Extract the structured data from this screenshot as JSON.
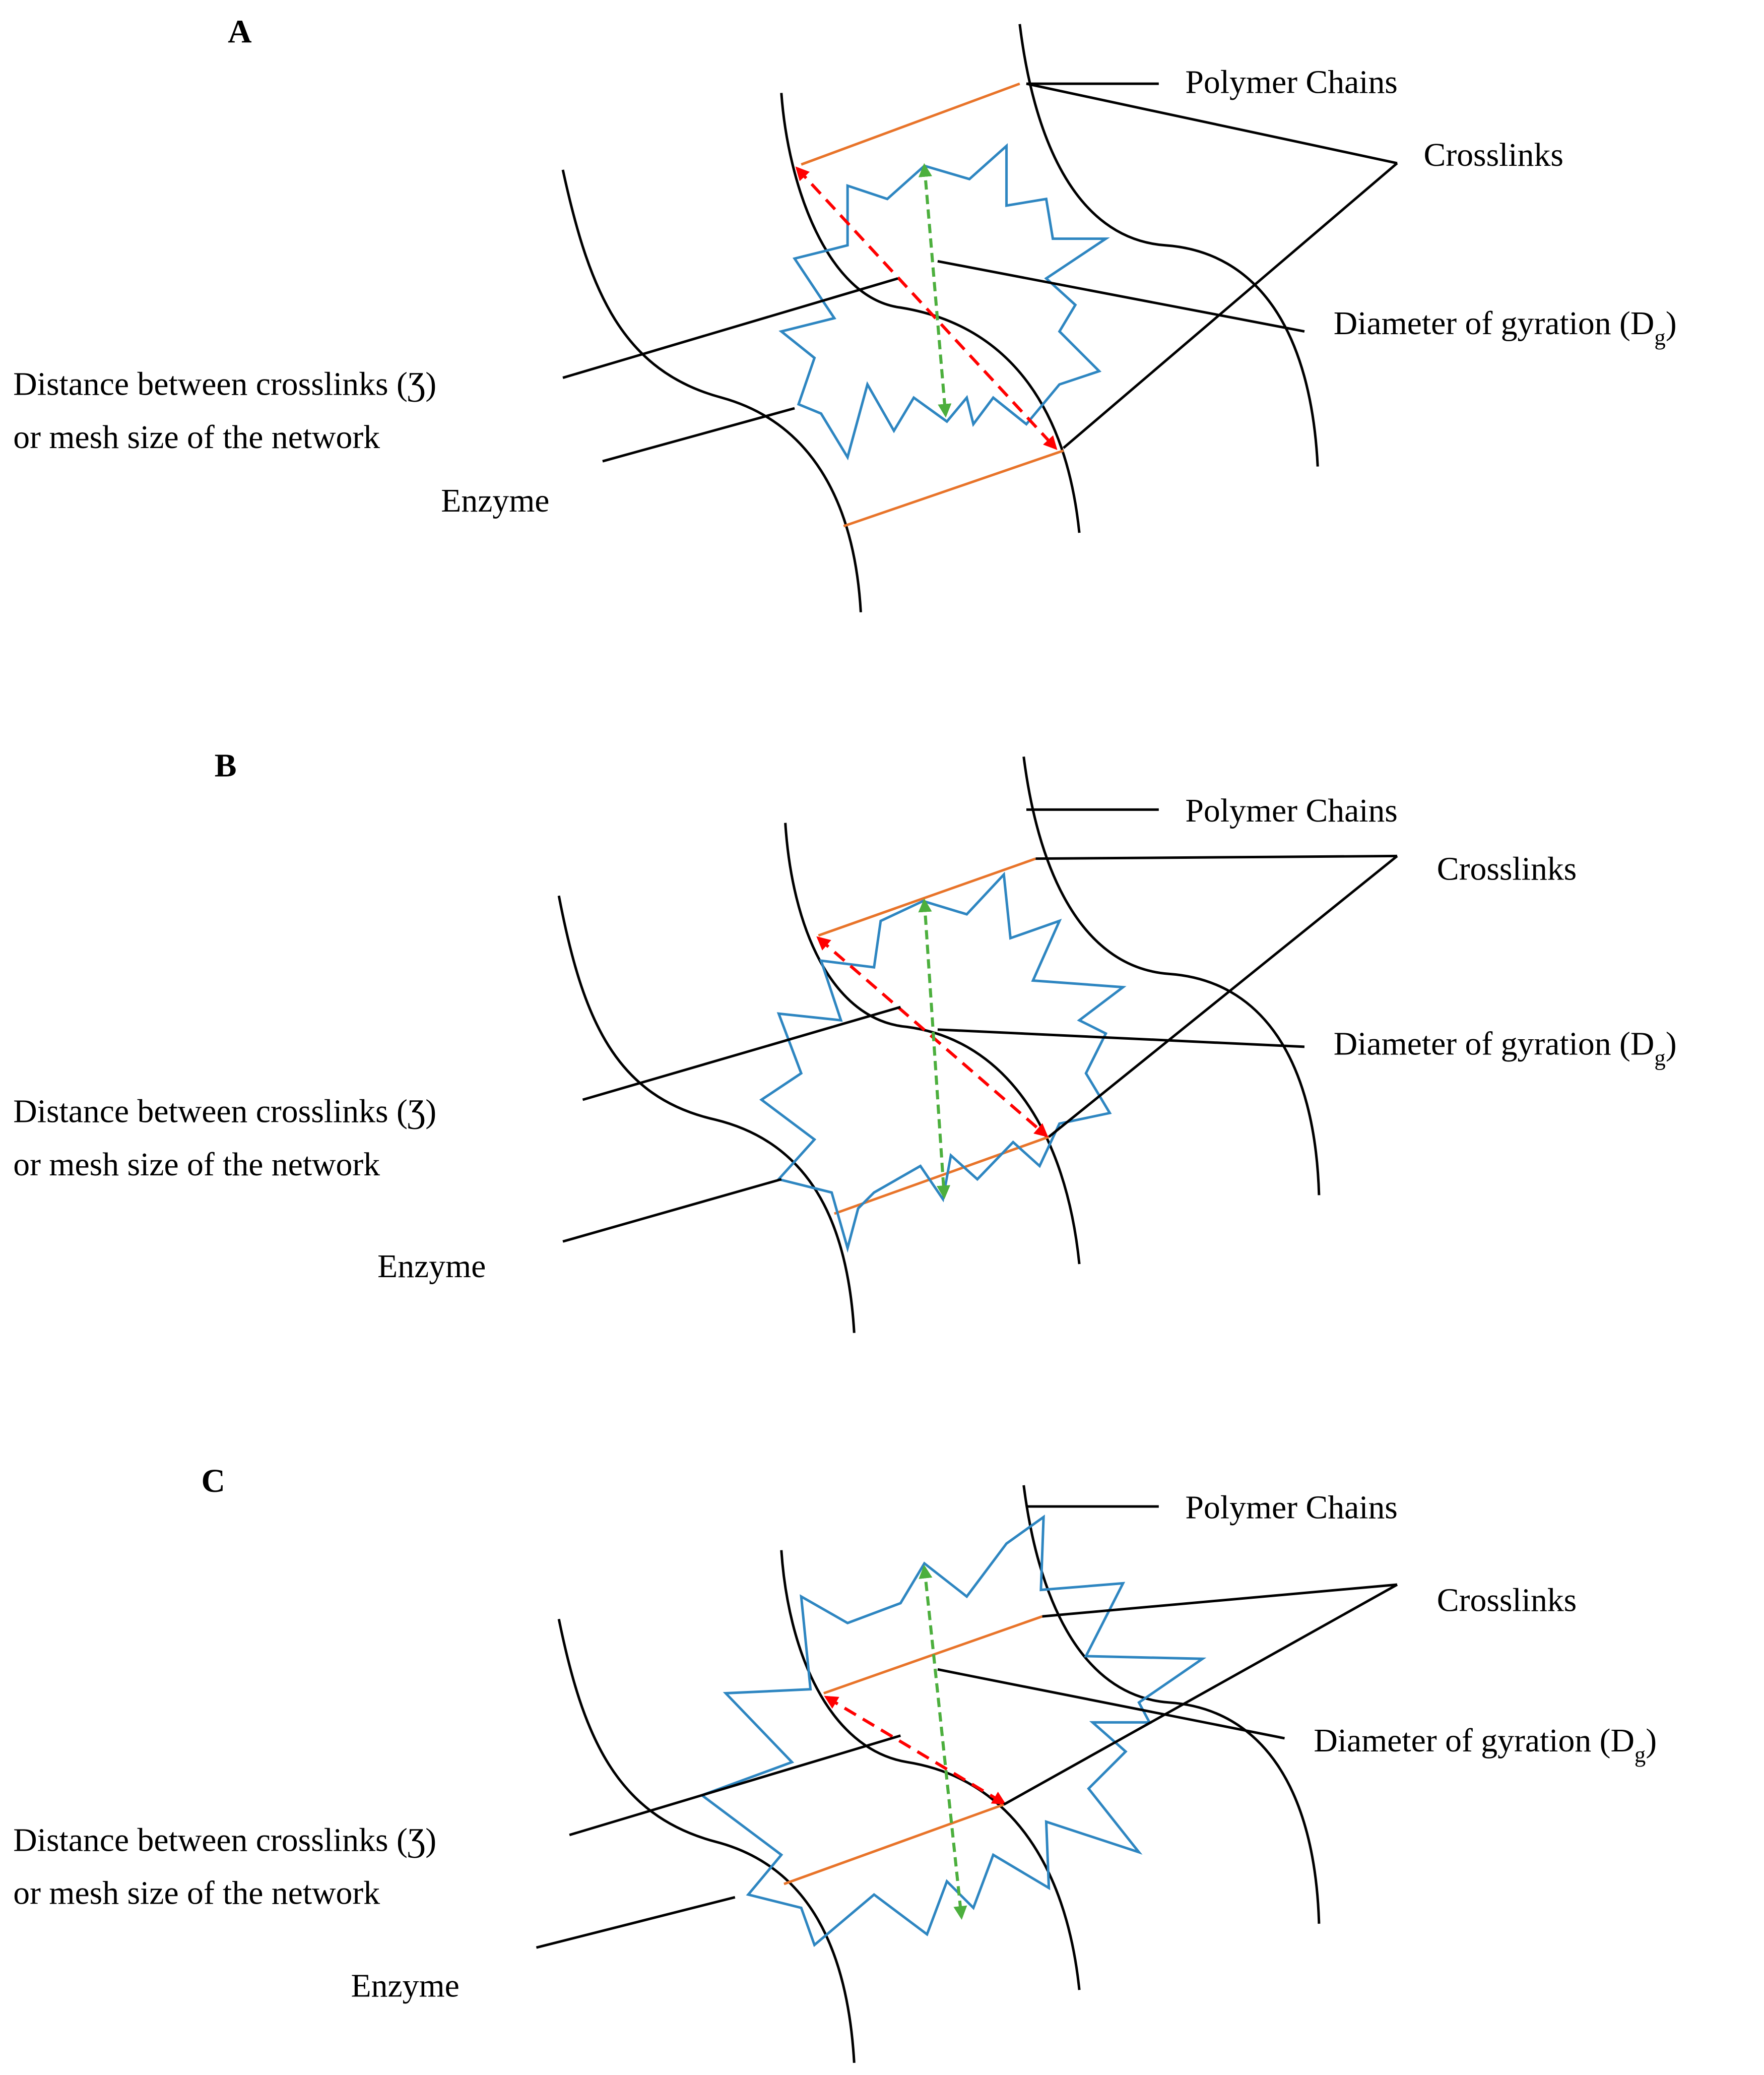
{
  "colors": {
    "chain": "#000000",
    "crosslink": "#e8742a",
    "enzyme": "#2e86c1",
    "mesh_arrow": "#ff0000",
    "gyration_arrow": "#4caf3d"
  },
  "panels": [
    {
      "letter": "A",
      "labels": {
        "polymer_chains": "Polymer Chains",
        "crosslinks": "Crosslinks",
        "diameter": "Diameter of gyration (D",
        "diameter_sub": "g",
        "diameter_close": ")",
        "distance_line1": "Distance between crosslinks (Ʒ)",
        "distance_line2": "or mesh size of the network",
        "enzyme": "Enzyme"
      }
    },
    {
      "letter": "B",
      "labels": {
        "polymer_chains": "Polymer Chains",
        "crosslinks": "Crosslinks",
        "diameter": "Diameter of gyration (D",
        "diameter_sub": "g",
        "diameter_close": ")",
        "distance_line1": "Distance between crosslinks (Ʒ)",
        "distance_line2": "or mesh size of the network",
        "enzyme": "Enzyme"
      }
    },
    {
      "letter": "C",
      "labels": {
        "polymer_chains": "Polymer Chains",
        "crosslinks": "Crosslinks",
        "diameter": "Diameter of gyration (D",
        "diameter_sub": "g",
        "diameter_close": ")",
        "distance_line1": "Distance between crosslinks (Ʒ)",
        "distance_line2": "or mesh size of the network",
        "enzyme": "Enzyme"
      }
    }
  ]
}
